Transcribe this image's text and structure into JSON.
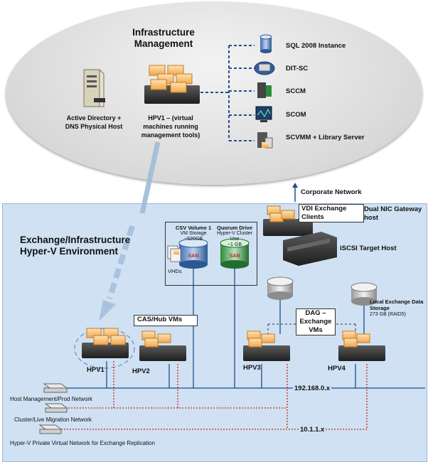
{
  "infra": {
    "title_line1": "Infrastructure",
    "title_line2": "Management",
    "ad_line1": "Active Directory +",
    "ad_line2": "DNS Physical Host",
    "hpv1_line1": "HPV1 – (virtual",
    "hpv1_line2": "machines running",
    "hpv1_line3": "management tools)",
    "services": [
      "SQL 2008 Instance",
      "DIT-SC",
      "SCCM",
      "SCOM",
      "SCVMM + Library Server"
    ]
  },
  "corporate_network": "Corporate Network",
  "environment": {
    "title_line1": "Exchange/Infrastructure",
    "title_line2": "Hyper-V Environment"
  },
  "vdi": {
    "line1": "VDI Exchange",
    "line2": "Clients"
  },
  "gateway": {
    "line1": "Dual NIC Gateway",
    "line2": "host"
  },
  "iscsi": "iSCSI Target Host",
  "csv": {
    "title": "CSV Volume 1",
    "line2": "VM Storage",
    "line3": "~520GB"
  },
  "quorum": {
    "title": "Quorum Drive",
    "line2": "Hyper-V Cluster Use",
    "line3": "~1 GB"
  },
  "san_label": "SAN",
  "vhds": "VHDs",
  "cas_hub": "CAS/Hub VMs",
  "dag": {
    "line1": "DAG –",
    "line2": "Exchange",
    "line3": "VMs"
  },
  "local_storage": {
    "line1": "Local Exchange Data",
    "line2": "Storage",
    "line3": "273 GB (RAID5)"
  },
  "hosts": [
    "HPV1",
    "HPV2",
    "HPV3",
    "HPV4"
  ],
  "networks": {
    "prod_ip": "192.168.0.x",
    "private_ip": "10.1.1.x",
    "host_mgmt": "Host Management/Prod Network",
    "cluster_live": "Cluster/Live Migration Network",
    "hyperv_private": "Hyper-V Private Virtual Network for Exchange Replication"
  },
  "colors": {
    "env_bg": "#cfe1f3",
    "prod_line": "#1f4e8c",
    "private_line": "#cc2a1a",
    "dashed_nav": "#1f4e8c"
  }
}
